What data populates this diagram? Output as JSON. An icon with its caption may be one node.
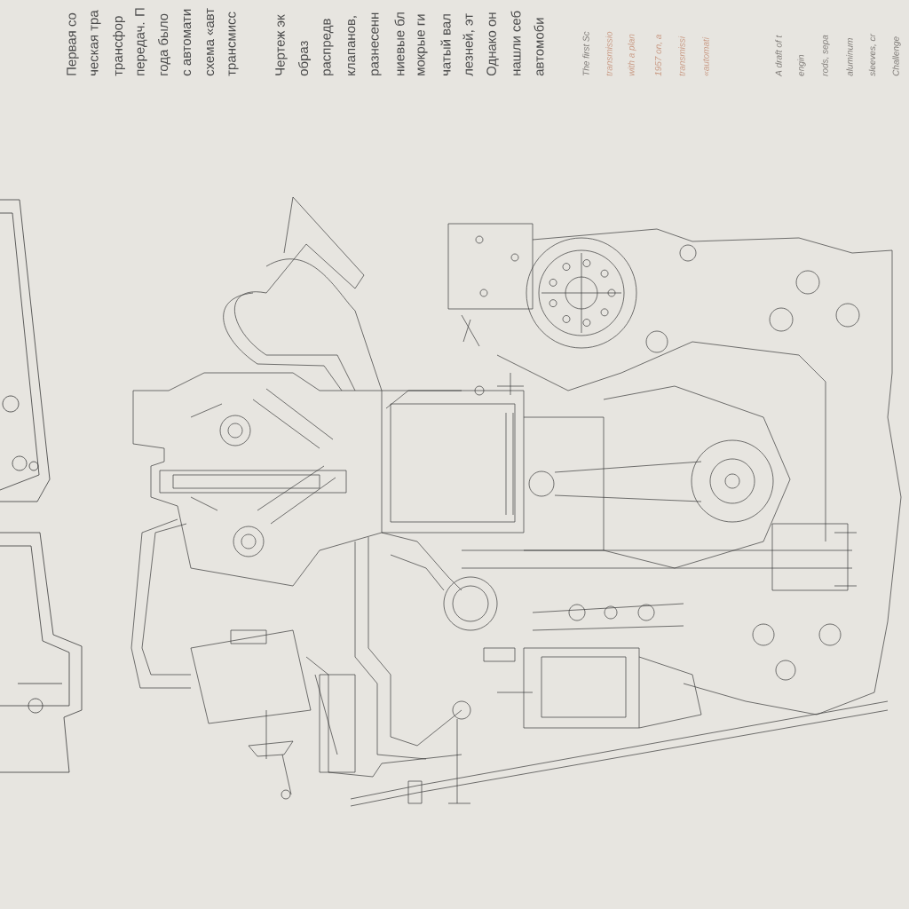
{
  "diagram": {
    "labels": [
      "Первая со",
      "ческая тра",
      "трансфор",
      "передач. П",
      "года было",
      "с автомати",
      "схема «авт",
      "трансмисс",
      "Чертеж эк",
      "образ",
      "распредв",
      "клапанов,",
      "разнесенн",
      "ниевые бл",
      "мокрые ги",
      "чатый вал",
      "лезней, эт",
      "Однако он",
      "нашли себ",
      "автомоби",
      "The first Sc",
      "transmissio",
      "with a plan",
      "1957 on, a",
      "transmissi",
      "«automati",
      "A draft of t",
      "engin",
      "rods, sepa",
      "aluminum",
      "sleeves, cr",
      "Challenge"
    ]
  }
}
